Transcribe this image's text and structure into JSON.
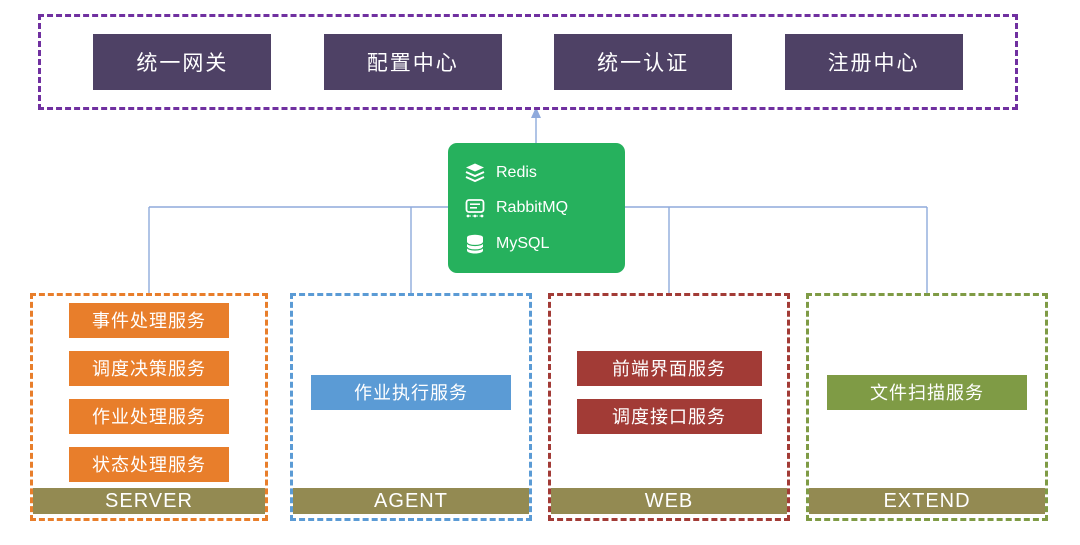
{
  "diagram": {
    "top_group": {
      "items": [
        {
          "label": "统一网关"
        },
        {
          "label": "配置中心"
        },
        {
          "label": "统一认证"
        },
        {
          "label": "注册中心"
        }
      ]
    },
    "middleware": {
      "items": [
        {
          "label": "Redis",
          "icon": "redis-icon"
        },
        {
          "label": "RabbitMQ",
          "icon": "rabbitmq-icon"
        },
        {
          "label": "MySQL",
          "icon": "mysql-icon"
        }
      ]
    },
    "groups": [
      {
        "name": "SERVER",
        "accent": "#E87E2B",
        "services": [
          "事件处理服务",
          "调度决策服务",
          "作业处理服务",
          "状态处理服务"
        ]
      },
      {
        "name": "AGENT",
        "accent": "#5B9BD5",
        "services": [
          "作业执行服务"
        ]
      },
      {
        "name": "WEB",
        "accent": "#A23B36",
        "services": [
          "前端界面服务",
          "调度接口服务"
        ]
      },
      {
        "name": "EXTEND",
        "accent": "#7F9B45",
        "services": [
          "文件扫描服务"
        ]
      }
    ],
    "colors": {
      "top_border": "#7030A0",
      "top_box": "#4E4165",
      "middleware_bg": "#26B15D",
      "label_bar": "#938A52",
      "connector": "#8FAADC"
    }
  }
}
